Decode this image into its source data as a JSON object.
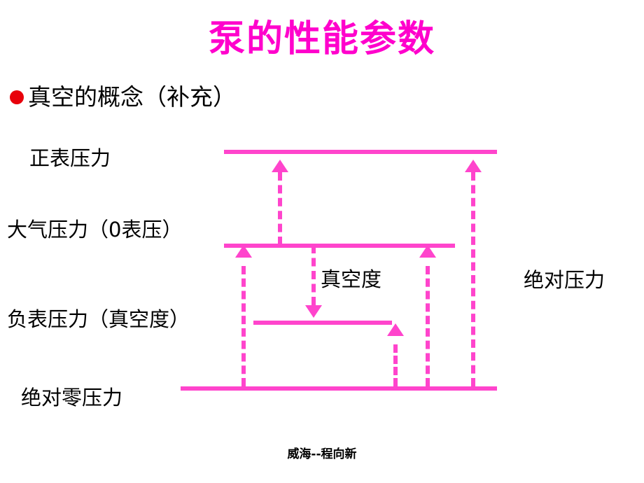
{
  "slide": {
    "title": "泵的性能参数",
    "title_color": "#ff00cc",
    "bullet": {
      "marker": "bullet-dot",
      "marker_color": "#e8000b",
      "text": "真空的概念（补充）"
    },
    "footer": "威海--程向新",
    "diagram": {
      "accent_color": "#ff44cc",
      "labels": {
        "positive_gauge": "正表压力",
        "atmospheric": "大气压力（0表压）",
        "negative_gauge": "负表压力（真空度）",
        "absolute_zero": "绝对零压力",
        "vacuum_degree": "真空度",
        "absolute_pressure": "绝对压力"
      },
      "levels": [
        {
          "name": "positive-pressure-line",
          "label": "正表压力"
        },
        {
          "name": "atmospheric-pressure-line",
          "label": "大气压力（0表压）"
        },
        {
          "name": "negative-pressure-line",
          "label": "负表压力（真空度）"
        },
        {
          "name": "absolute-zero-line",
          "label": "绝对零压力"
        }
      ],
      "arrows": [
        {
          "name": "gauge-pressure-arrow",
          "direction": "up"
        },
        {
          "name": "vacuum-degree-arrow",
          "direction": "down"
        },
        {
          "name": "absolute-pressure-arrow-left",
          "direction": "up"
        },
        {
          "name": "absolute-pressure-arrow-mid",
          "direction": "up"
        },
        {
          "name": "absolute-pressure-arrow-mid-right",
          "direction": "up"
        },
        {
          "name": "absolute-pressure-arrow-right",
          "direction": "up"
        }
      ]
    }
  }
}
